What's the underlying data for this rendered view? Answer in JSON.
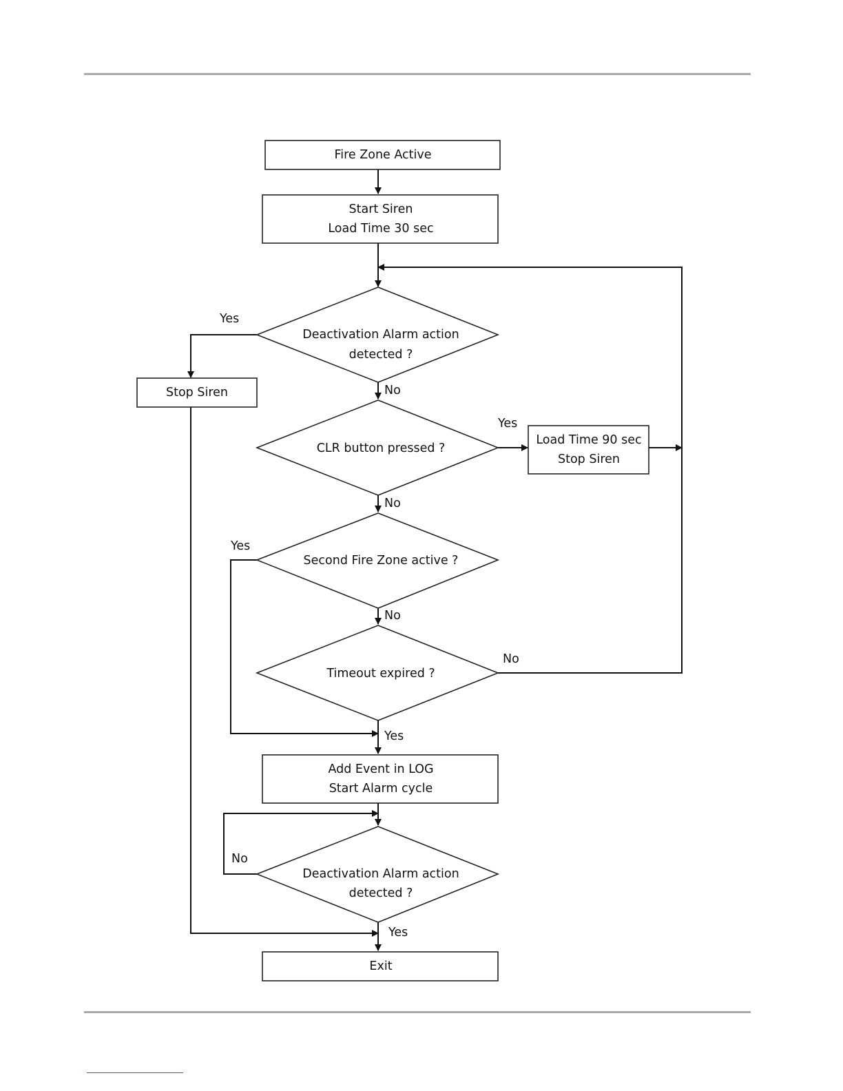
{
  "nodes": {
    "start": "Fire Zone Active",
    "siren_start": [
      "Start Siren",
      "Load Time 30 sec"
    ],
    "decision_deactivation_1": [
      "Deactivation Alarm action",
      "detected ?"
    ],
    "stop_siren": "Stop Siren",
    "decision_clr": "CLR button pressed ?",
    "load_90": [
      "Load Time 90 sec",
      "Stop Siren"
    ],
    "decision_second_zone": "Second Fire Zone active ?",
    "decision_timeout": "Timeout expired ?",
    "add_event": [
      "Add Event in LOG",
      "Start Alarm cycle"
    ],
    "decision_deactivation_2": [
      "Deactivation Alarm action",
      "detected ?"
    ],
    "exit": "Exit"
  },
  "edge_labels": {
    "deact1_yes": "Yes",
    "deact1_no": "No",
    "clr_yes": "Yes",
    "clr_no": "No",
    "second_yes": "Yes",
    "second_no": "No",
    "timeout_no": "No",
    "timeout_yes": "Yes",
    "deact2_no": "No",
    "deact2_yes": "Yes"
  }
}
